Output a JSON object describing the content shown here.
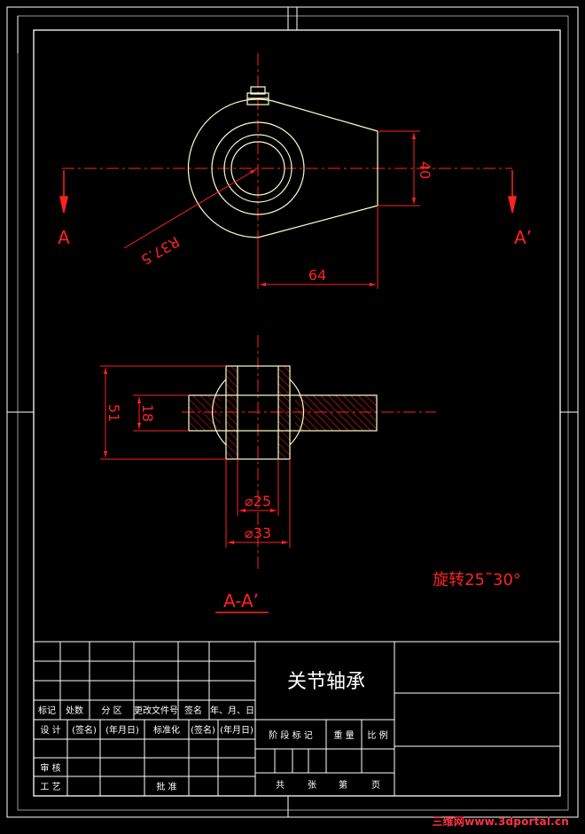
{
  "drawing": {
    "section_labels": {
      "left": "A",
      "right": "A’",
      "section_view": "A-A’"
    },
    "dimensions": {
      "height_40": "40",
      "length_64": "64",
      "radius": "R37.5",
      "height_51": "51",
      "height_18": "18",
      "diameter_25": "⌀25",
      "diameter_33": "⌀33"
    },
    "note": "旋转25˜30°",
    "colors": {
      "outline": "#ffffcc",
      "dimension": "#ff2222",
      "frame": "#ffffff",
      "background": "#000000"
    }
  },
  "title_block": {
    "title": "关节轴承",
    "rev_headers": [
      "标记",
      "处数",
      "分 区",
      "更改文件号",
      "签名",
      "年、月、日"
    ],
    "design_row": [
      "设 计",
      "(签名)",
      "(年月日)",
      "标准化",
      "(签名)",
      "(年月日)"
    ],
    "stage_headers": [
      "阶 段 标 记",
      "重 量",
      "比 例"
    ],
    "review": "审 核",
    "process": "工 艺",
    "approve": "批 准",
    "sheet_row": [
      "共",
      "张",
      "第",
      "页"
    ]
  },
  "watermark": "三维网www.3dportal.cn"
}
